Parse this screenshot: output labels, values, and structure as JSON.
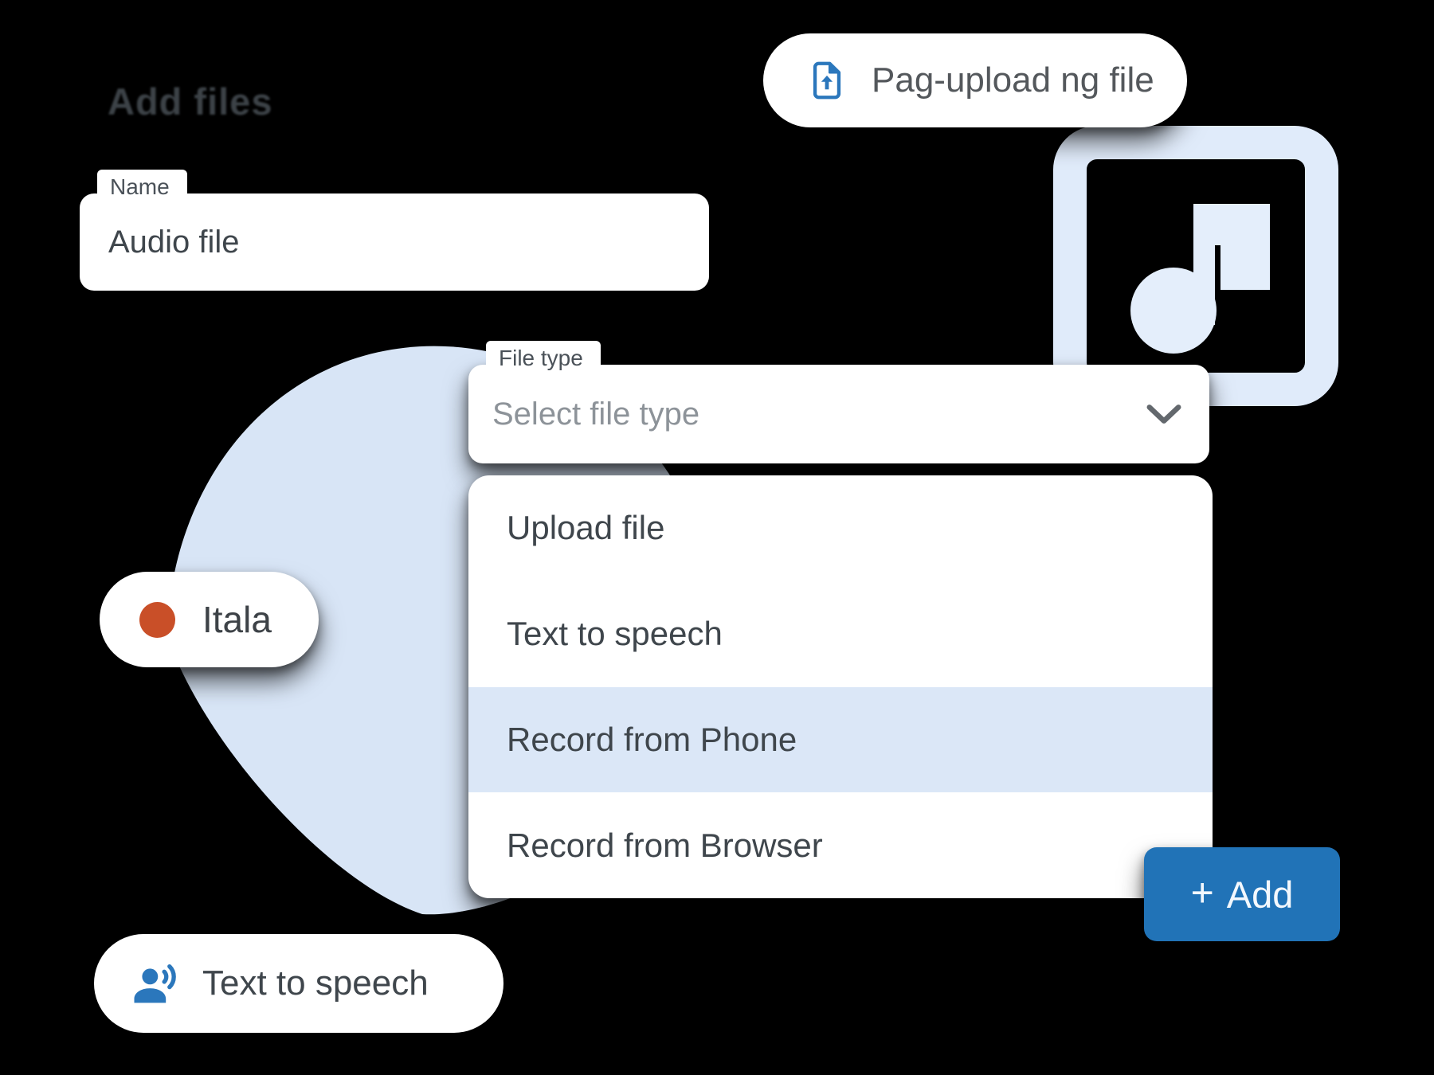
{
  "title": {
    "text": "Add files"
  },
  "upload_pill": {
    "label": "Pag-upload ng file",
    "icon": "file-upload-icon"
  },
  "name_field": {
    "label": "Name",
    "value": "Audio file"
  },
  "file_type_field": {
    "label": "File type",
    "placeholder": "Select file type",
    "icon": "chevron-down-icon"
  },
  "dropdown": {
    "options": [
      {
        "label": "Upload file",
        "highlighted": false
      },
      {
        "label": "Text to speech",
        "highlighted": false
      },
      {
        "label": "Record from Phone",
        "highlighted": true
      },
      {
        "label": "Record from Browser",
        "highlighted": false
      }
    ]
  },
  "language_pill": {
    "label": "Itala",
    "icon": "red-dot"
  },
  "tts_pill": {
    "label": "Text to speech",
    "icon": "voice-over-icon"
  },
  "add_button": {
    "plus": "+",
    "label": "Add"
  },
  "colors": {
    "accent_blue": "#2173b7",
    "icon_blue": "#2b77bc",
    "blob_light_blue": "#d8e5f6",
    "frame_light_blue": "#e0ebfa",
    "highlight_row": "#dbe7f7",
    "red_dot": "#c94f28",
    "text_dark": "#3f464c",
    "text_gray": "#54585c",
    "placeholder_gray": "#8d9399",
    "background": "#000000"
  }
}
